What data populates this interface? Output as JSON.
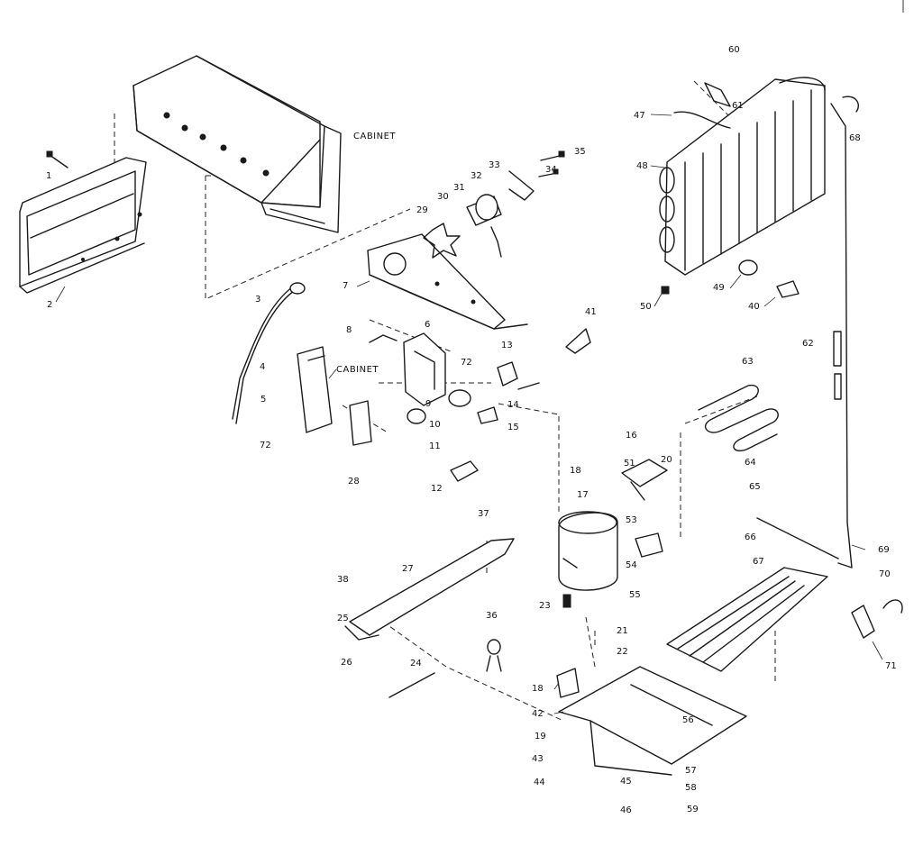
{
  "callouts": [
    "60",
    "61",
    "68",
    "47",
    "48",
    "49",
    "50",
    "40",
    "35",
    "34",
    "33",
    "32",
    "31",
    "30",
    "29",
    "7",
    "6",
    "72",
    "41",
    "8",
    "13",
    "14",
    "15",
    "9",
    "10",
    "11",
    "12",
    "3",
    "4",
    "5",
    "72",
    "28",
    "2",
    "1",
    "62",
    "63",
    "64",
    "65",
    "66",
    "69",
    "16",
    "51",
    "20",
    "18",
    "17",
    "53",
    "54",
    "55",
    "23",
    "37",
    "27",
    "38",
    "25",
    "26",
    "36",
    "24",
    "21",
    "22",
    "18",
    "42",
    "19",
    "56",
    "43",
    "44",
    "45",
    "46",
    "57",
    "58",
    "59",
    "67",
    "70",
    "71"
  ],
  "text_labels": {
    "cabinet_top": "CABINET",
    "cabinet_mid": "CABINET"
  }
}
